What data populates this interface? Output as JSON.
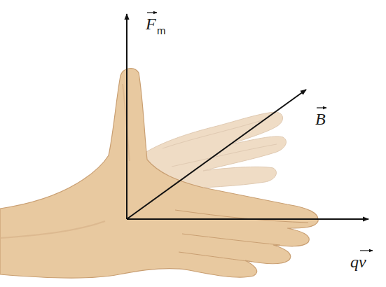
{
  "diagram": {
    "labels": [
      "F",
      "m",
      "B",
      "qv"
    ]
  }
}
